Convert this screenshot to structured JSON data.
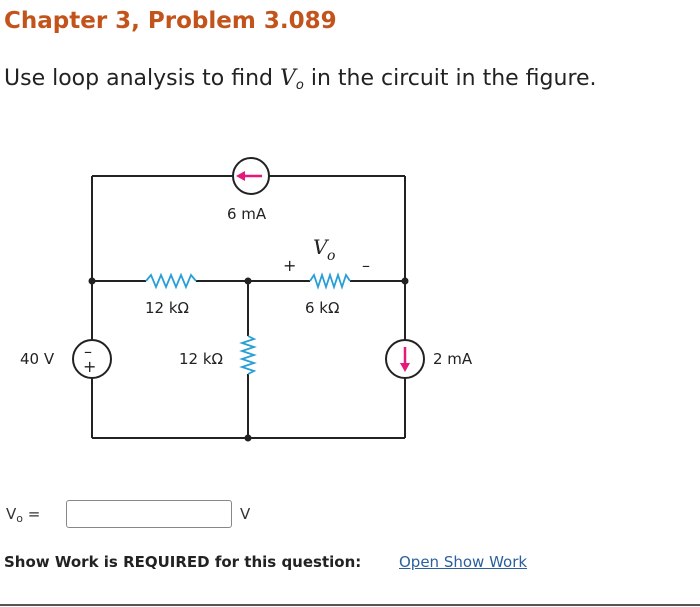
{
  "header": {
    "title": "Chapter 3, Problem 3.089"
  },
  "question": {
    "text_before": "Use loop analysis to find ",
    "variable": "V",
    "variable_sub": "o",
    "text_after": " in the circuit in the figure."
  },
  "circuit": {
    "top_source_label": "6 mA",
    "vo_plus": "+",
    "vo_label": "V",
    "vo_sub": "o",
    "vo_minus": "–",
    "left_resistor_label": "12 kΩ",
    "right_resistor_label": "6 kΩ",
    "voltage_source_label": "40 V",
    "voltage_source_minus": "–",
    "voltage_source_plus": "+",
    "middle_resistor_label": "12 kΩ",
    "right_source_label": "2 mA",
    "colors": {
      "wire": "#222222",
      "resistor": "#2a9fd6",
      "source_arrow": "#e5197a"
    }
  },
  "answer": {
    "label": "Vo",
    "label_main": "V",
    "label_sub": "o",
    "equals": "=",
    "value": "",
    "unit": "V"
  },
  "show_work": {
    "label": "Show Work is REQUIRED for this question:",
    "link": "Open Show Work"
  }
}
